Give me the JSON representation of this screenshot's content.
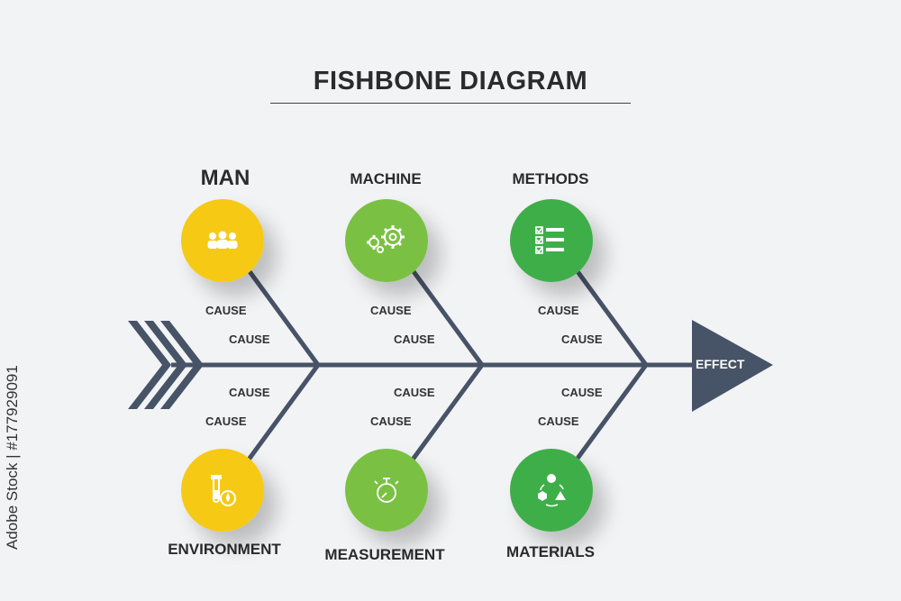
{
  "title": "FISHBONE DIAGRAM",
  "effect_label": "EFFECT",
  "cause_label": "CAUSE",
  "categories": [
    {
      "label": "MAN",
      "color": "#f6c915",
      "icon": "people-icon"
    },
    {
      "label": "MACHINE",
      "color": "#7ac143",
      "icon": "gears-icon"
    },
    {
      "label": "METHODS",
      "color": "#3eae49",
      "icon": "checklist-icon"
    },
    {
      "label": "ENVIRONMENT",
      "color": "#f6c915",
      "icon": "test-tube-icon"
    },
    {
      "label": "MEASUREMENT",
      "color": "#7ac143",
      "icon": "stopwatch-icon"
    },
    {
      "label": "MATERIALS",
      "color": "#3eae49",
      "icon": "cycle-icon"
    }
  ],
  "side_text": "Adobe Stock | #177929091",
  "colors": {
    "spine": "#475366",
    "background": "#f2f3f5"
  }
}
